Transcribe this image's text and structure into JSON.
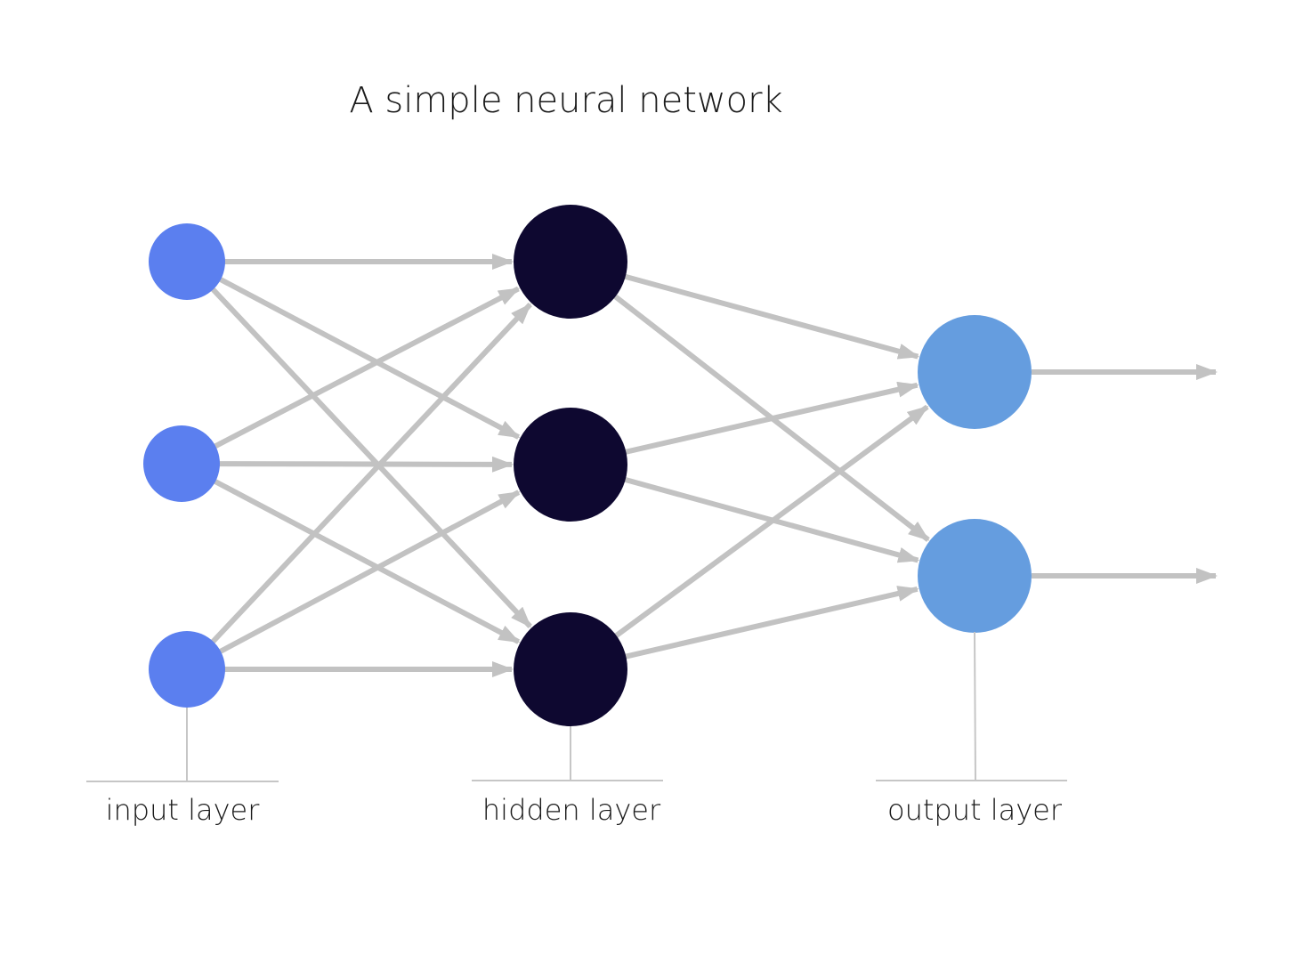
{
  "title": "A simple neural network",
  "layers": [
    {
      "id": "input",
      "label": "input layer",
      "node_count": 3,
      "color": "#5b7fef"
    },
    {
      "id": "hidden",
      "label": "hidden layer",
      "node_count": 3,
      "color": "#0e0830"
    },
    {
      "id": "output",
      "label": "output layer",
      "node_count": 2,
      "color": "#659ddf"
    }
  ],
  "connection_color": "#c2c2c2",
  "connections": "fully-connected"
}
